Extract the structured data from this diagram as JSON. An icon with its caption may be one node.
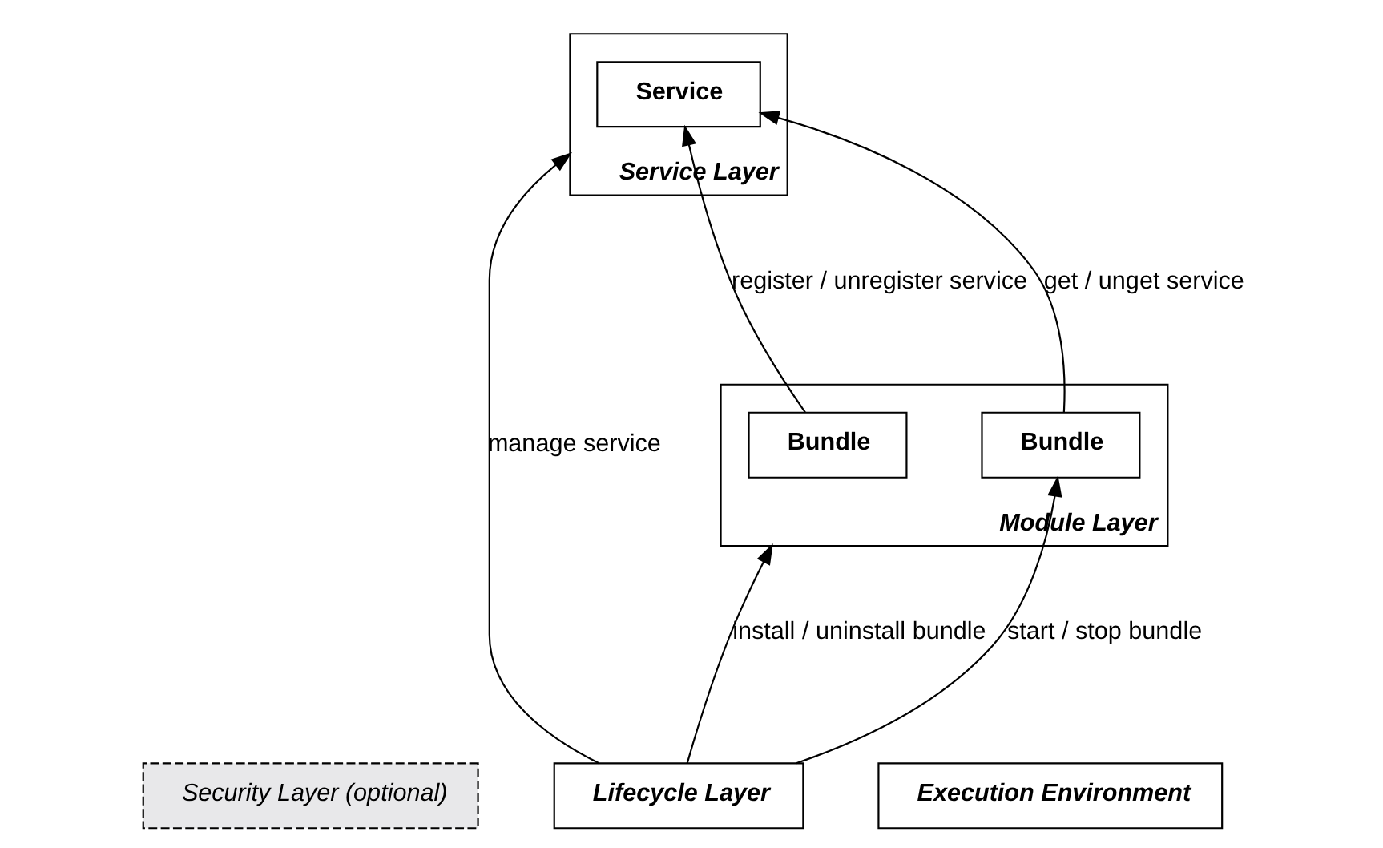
{
  "diagram": {
    "nodes": [
      {
        "text": [
          "Security Layer (optional)"
        ]
      },
      {
        "text": [
          "Service Layer"
        ]
      },
      {
        "text": [
          "Service"
        ],
        "in": 1
      },
      {
        "text": [
          "Module Layer"
        ]
      },
      {
        "text": [
          "Bundle"
        ],
        "in": 3
      },
      {
        "text": [
          "Bundle"
        ],
        "in": 3
      },
      {
        "text": [
          "Lifecycle Layer"
        ]
      },
      {
        "text": [
          "Execution Environment"
        ]
      }
    ],
    "edges": [
      {
        "from": 4,
        "to": 2,
        "arrow": "to",
        "label": "register / unregister service"
      },
      {
        "from": 5,
        "to": 2,
        "arrow": "to",
        "label": "get / unget service"
      },
      {
        "from": 6,
        "to": 5,
        "arrow": "to",
        "label": "start / stop bundle"
      },
      {
        "from": 6,
        "to": 3,
        "arrow": "to",
        "label": "install / uninstall bundle"
      },
      {
        "from": 6,
        "to": 1,
        "arrow": "to",
        "label": "manage service"
      }
    ]
  }
}
